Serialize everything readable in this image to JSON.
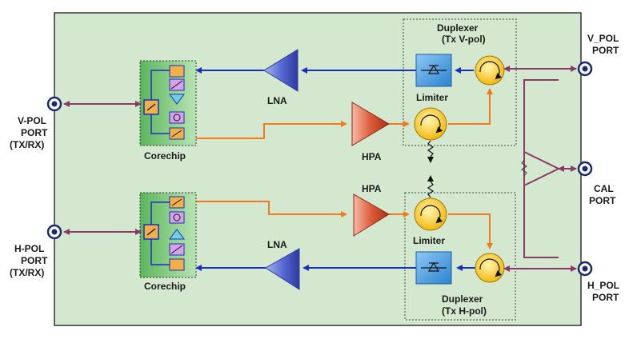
{
  "labels": {
    "duplexer_top_line1": "Duplexer",
    "duplexer_top_line2": "(Tx V-pol)",
    "duplexer_bot_line1": "Duplexer",
    "duplexer_bot_line2": "(Tx H-pol)",
    "vpol_port_line1": "V_POL",
    "vpol_port_line2": "PORT",
    "hpol_port_line1": "H_POL",
    "hpol_port_line2": "PORT",
    "cal_port_line1": "CAL",
    "cal_port_line2": "PORT",
    "left_vpol_line1": "V-POL",
    "left_vpol_line2": "PORT",
    "left_vpol_line3": "(TX/RX)",
    "left_hpol_line1": "H-POL",
    "left_hpol_line2": "PORT",
    "left_hpol_line3": "(TX/RX)",
    "lna_top": "LNA",
    "lna_bot": "LNA",
    "hpa_top": "HPA",
    "hpa_bot": "HPA",
    "limiter_top": "Limiter",
    "limiter_bot": "Limiter",
    "corechip_top": "Corechip",
    "corechip_bot": "Corechip"
  },
  "colors": {
    "board_fill": "#d4e8d0",
    "corechip_fill": "#8fcf8f",
    "rx_path": "#1a2fbf",
    "tx_path": "#f07a1c",
    "port_path": "#8a3a6a",
    "lna": "#4a5cc9",
    "hpa": "#d24c2c",
    "circulator": "#ffd12a",
    "limiter": "#4fa3e6"
  }
}
